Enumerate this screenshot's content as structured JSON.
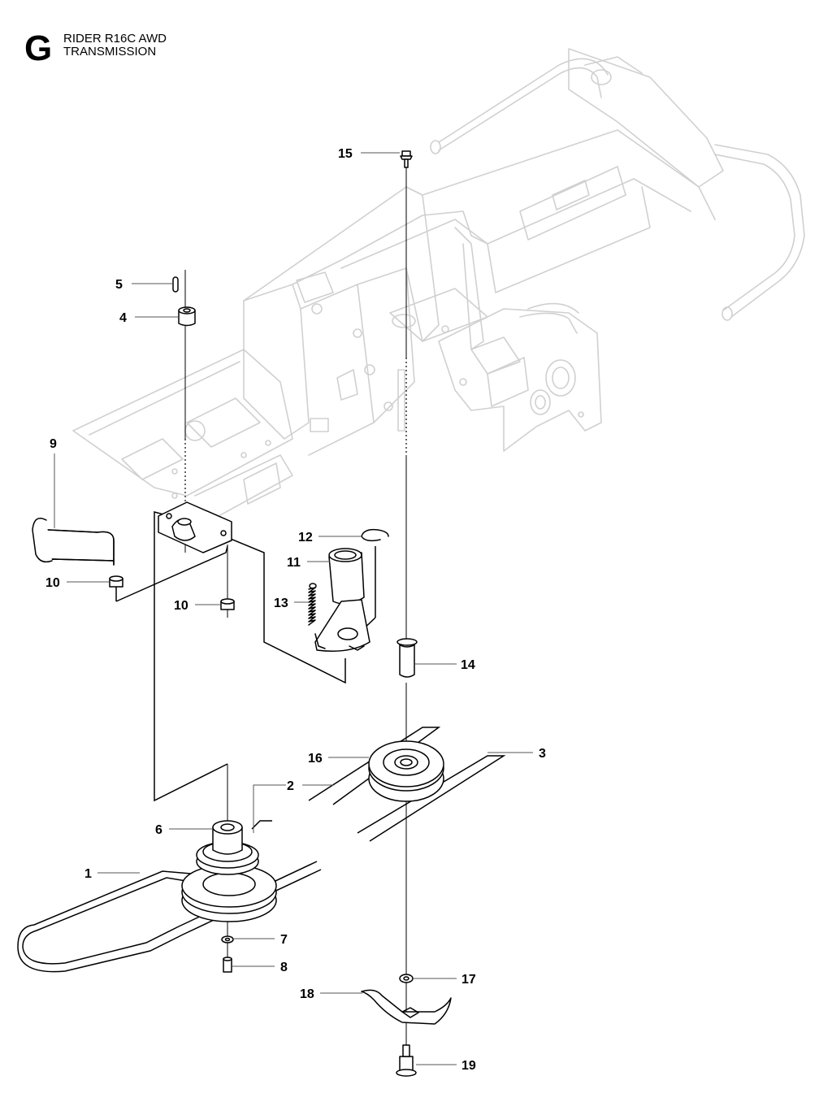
{
  "header": {
    "section_letter": "G",
    "model": "RIDER R16C AWD",
    "group": "TRANSMISSION"
  },
  "callouts": [
    "1",
    "2",
    "3",
    "4",
    "5",
    "6",
    "7",
    "8",
    "9",
    "10",
    "10",
    "11",
    "12",
    "13",
    "14",
    "15",
    "16",
    "17",
    "18",
    "19"
  ]
}
